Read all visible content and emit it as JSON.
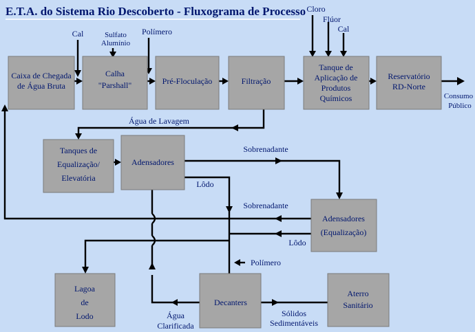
{
  "title": "E.T.A. do Sistema Rio Descoberto - Fluxograma de Processo",
  "boxes": {
    "caixa": [
      "Caixa de Chegada",
      "de Água Bruta"
    ],
    "calha": [
      "Calha",
      "\"Parshall\""
    ],
    "prefloc": [
      "Pré-Floculação"
    ],
    "filtracao": [
      "Filtração"
    ],
    "tanque_aplic": [
      "Tanque de",
      "Aplicação de",
      "Produtos",
      "Químicos"
    ],
    "reservatorio": [
      "Reservatório",
      "RD-Norte"
    ],
    "tanques_eq": [
      "Tanques de",
      "Equalização/",
      "Elevatória"
    ],
    "adensadores": [
      "Adensadores"
    ],
    "adensadores_eq": [
      "Adensadores",
      "(Equalização)"
    ],
    "lagoa": [
      "Lagoa",
      "de",
      "Lodo"
    ],
    "decanters": [
      "Decanters"
    ],
    "aterro": [
      "Aterro",
      "Sanitário"
    ]
  },
  "labels": {
    "cal1": "Cal",
    "sulfato": [
      "Sulfato",
      "Alumínio"
    ],
    "polimero1": "Polímero",
    "cloro": "Cloro",
    "fluor": "Flúor",
    "cal2": "Cal",
    "consumo": [
      "Consumo",
      "Público"
    ],
    "agua_lavagem": "Água de Lavagem",
    "sobrenadante1": "Sobrenadante",
    "lodo1": "Lôdo",
    "sobrenadante2": "Sobrenadante",
    "lodo2": "Lôdo",
    "polimero2": "Polímero",
    "agua_clarificada": [
      "Água",
      "Clarificada"
    ],
    "solidos": [
      "Sólidos",
      "Sedimentáveis"
    ]
  }
}
